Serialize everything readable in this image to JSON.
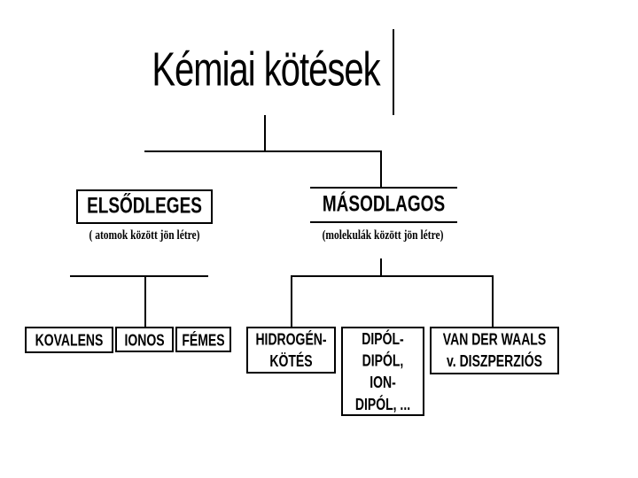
{
  "title": "Kémiai kötések",
  "colors": {
    "background": "#ffffff",
    "line": "#000000",
    "text": "#000000"
  },
  "branches": {
    "primary": {
      "label": "ELSŐDLEGES",
      "note": "( atomok között jön létre)",
      "children": {
        "kovalens": {
          "label": "KOVALENS"
        },
        "ionos": {
          "label": "IONOS"
        },
        "femes": {
          "label": "FÉMES"
        }
      }
    },
    "secondary": {
      "label": "MÁSODLAGOS",
      "note": "(molekulák között jön létre)",
      "children": {
        "hidrogen": {
          "lines": [
            "HIDROGÉN-",
            "KÖTÉS"
          ]
        },
        "dipol": {
          "lines": [
            "DIPÓL-",
            "DIPÓL,",
            "ION-",
            "DIPÓL, ..."
          ]
        },
        "vanderwaals": {
          "lines": [
            "VAN DER WAALS",
            "v. DISZPERZIÓS"
          ]
        }
      }
    }
  }
}
